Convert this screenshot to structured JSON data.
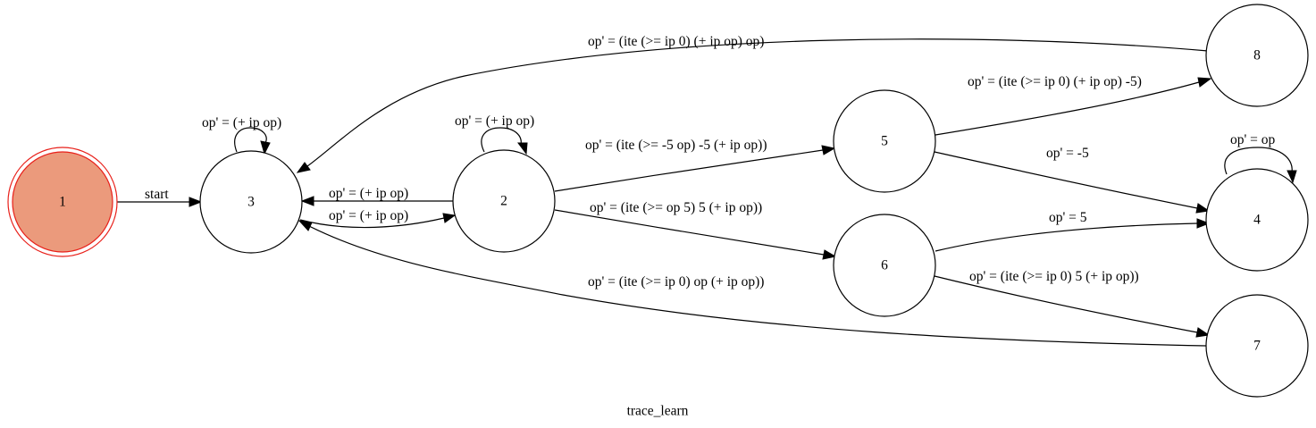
{
  "graph": {
    "caption": "trace_learn",
    "nodes": [
      {
        "id": "1",
        "label": "1",
        "initial": true
      },
      {
        "id": "3",
        "label": "3"
      },
      {
        "id": "2",
        "label": "2"
      },
      {
        "id": "5",
        "label": "5"
      },
      {
        "id": "6",
        "label": "6"
      },
      {
        "id": "8",
        "label": "8"
      },
      {
        "id": "4",
        "label": "4"
      },
      {
        "id": "7",
        "label": "7"
      }
    ],
    "edges": [
      {
        "from": "1",
        "to": "3",
        "label": "start"
      },
      {
        "from": "3",
        "to": "3",
        "label": "op' = (+ ip op)"
      },
      {
        "from": "2",
        "to": "3",
        "label": "op' = (+ ip op)"
      },
      {
        "from": "3",
        "to": "2",
        "label": "op' = (+ ip op)"
      },
      {
        "from": "2",
        "to": "2",
        "label": "op' = (+ ip op)"
      },
      {
        "from": "2",
        "to": "5",
        "label": "op' = (ite (>= -5 op) -5 (+ ip op))"
      },
      {
        "from": "2",
        "to": "6",
        "label": "op' = (ite (>= op 5) 5 (+ ip op))"
      },
      {
        "from": "8",
        "to": "3",
        "label": "op' = (ite (>= ip 0) (+ ip op) op)"
      },
      {
        "from": "5",
        "to": "8",
        "label": "op' = (ite (>= ip 0) (+ ip op) -5)"
      },
      {
        "from": "5",
        "to": "4",
        "label": "op' = -5"
      },
      {
        "from": "4",
        "to": "4",
        "label": "op' = op"
      },
      {
        "from": "6",
        "to": "4",
        "label": "op' = 5"
      },
      {
        "from": "6",
        "to": "7",
        "label": "op' = (ite (>= ip 0) 5 (+ ip op))"
      },
      {
        "from": "7",
        "to": "3",
        "label": "op' = (ite (>= ip 0) op (+ ip op))"
      }
    ]
  },
  "colors": {
    "initial_fill": "#eb9a7c",
    "initial_stroke": "#e8201a",
    "node_stroke": "#000000",
    "edge": "#000000"
  }
}
